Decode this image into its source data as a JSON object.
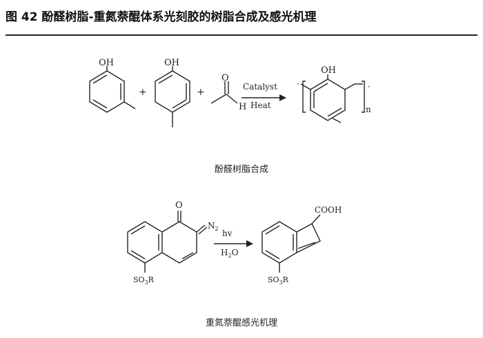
{
  "figure": {
    "title": "图 42 酚醛树脂-重氮萘醌体系光刻胶的树脂合成及感光机理"
  },
  "reaction1": {
    "caption": "酚醛树脂合成",
    "plus1": "+",
    "plus2": "+",
    "reagent1_group": "OH",
    "reagent2_group": "OH",
    "aldehyde_O": "O",
    "aldehyde_H": "H",
    "condition_top": "Catalyst",
    "condition_bottom": "Heat",
    "product_group": "OH",
    "repeat_n": "n",
    "end_dot": "·"
  },
  "reaction2": {
    "caption": "重氮萘醌感光机理",
    "reactant_O": "O",
    "reactant_N2": "N",
    "reactant_N2_sub": "2",
    "reactant_sub": "SO",
    "reactant_sub_idx": "3",
    "reactant_sub_R": "R",
    "condition_top": "hv",
    "condition_bottom_H": "H",
    "condition_bottom_idx": "2",
    "condition_bottom_O": "O",
    "product_group": "COOH",
    "product_sub": "SO",
    "product_sub_idx": "3",
    "product_sub_R": "R"
  }
}
